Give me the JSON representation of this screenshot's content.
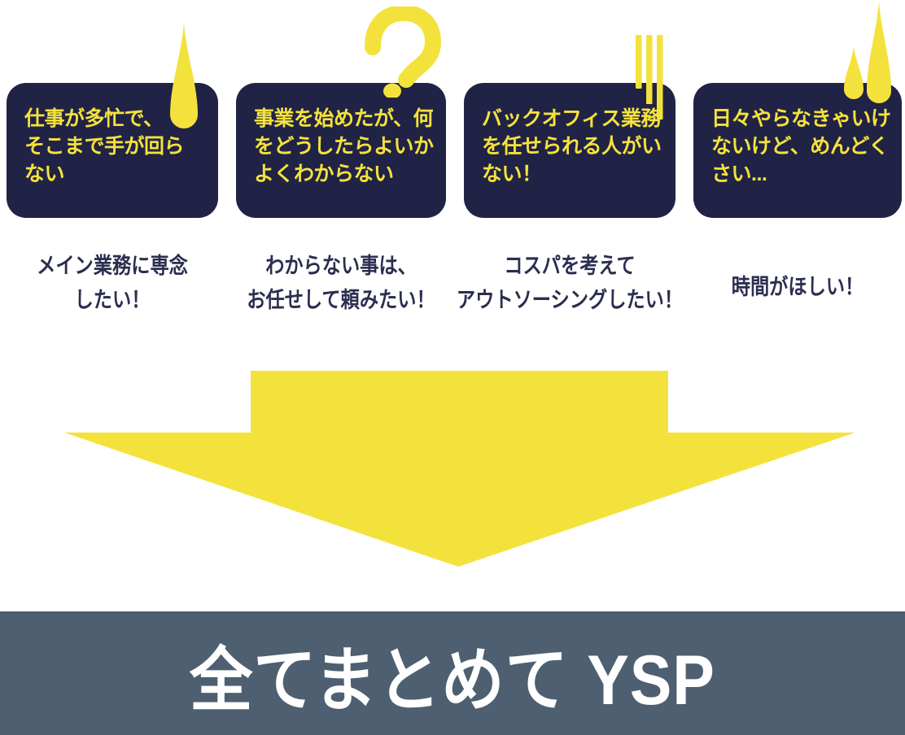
{
  "palette": {
    "box_navy": "#202345",
    "accent_yellow": "#F4E23C",
    "caption_navy": "#2B2E4F",
    "banner_slate": "#4D5F70",
    "banner_text_white": "#FFFFFF",
    "background": "#FFFFFF"
  },
  "pain_points": [
    {
      "decoration": "sweat-drop",
      "box_lines": [
        "仕事が多忙で、",
        "そこまで手が回ら",
        "ない"
      ],
      "caption_lines": [
        "メイン業務に専念",
        "したい！"
      ]
    },
    {
      "decoration": "question-mark",
      "box_lines": [
        "事業を始めたが、何",
        "をどうしたらよいか",
        "よくわからない"
      ],
      "caption_lines": [
        "わからない事は、",
        "お任せして頼みたい！"
      ]
    },
    {
      "decoration": "emphasis-lines",
      "box_lines": [
        "バックオフィス業務",
        "を任せられる人がい",
        "ない！"
      ],
      "caption_lines": [
        "コスパを考えて",
        "アウトソーシングしたい！"
      ]
    },
    {
      "decoration": "double-sweat-drop",
      "box_lines": [
        "日々やらなきゃいけ",
        "ないけど、めんどく",
        "さい..."
      ],
      "caption_lines": [
        "時間がほしい！"
      ]
    }
  ],
  "arrow": {
    "direction": "down",
    "color": "#F4E23C"
  },
  "banner": {
    "text": "全てまとめて YSP"
  }
}
